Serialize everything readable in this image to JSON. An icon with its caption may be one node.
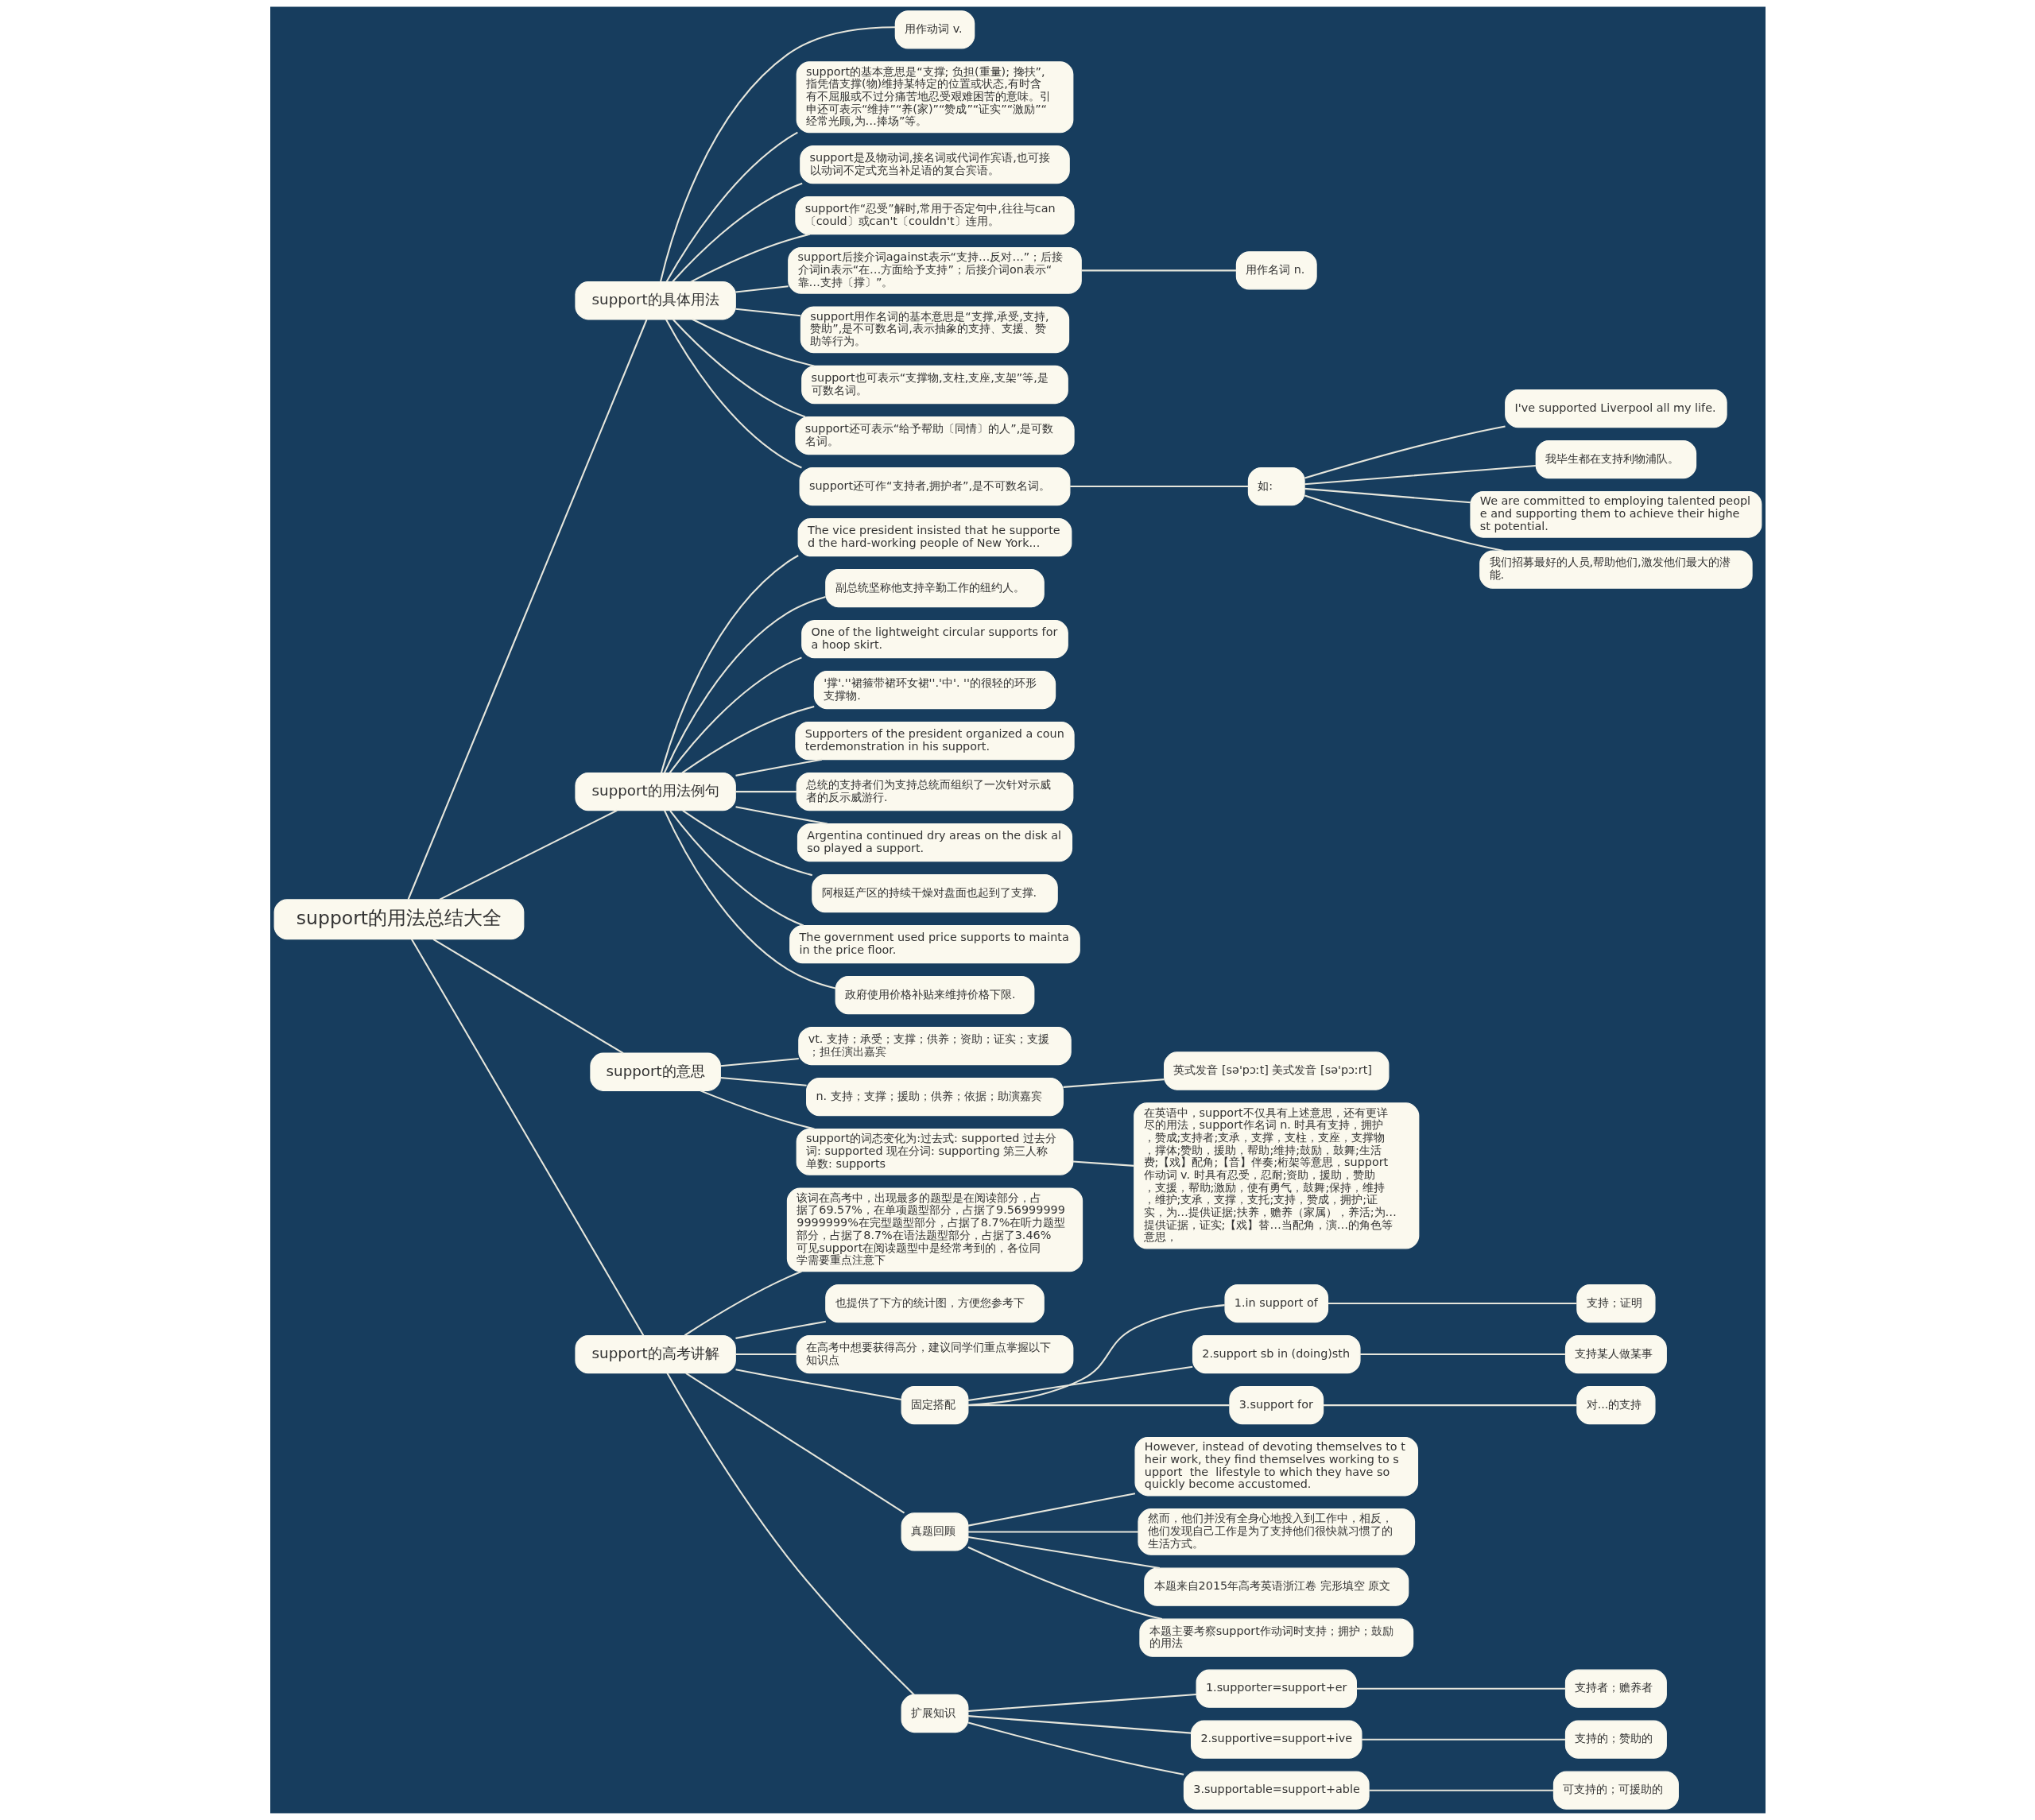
{
  "diagram": {
    "nodes": [
      {
        "text": [
          "support的用法总结大全"
        ]
      },
      {
        "text": [
          "support的具体用法"
        ]
      },
      {
        "text": [
          "用作动词 v."
        ]
      },
      {
        "text": [
          "support的基本意思是“支撑; 负担(重量); 搀扶”,指凭借支撑(物)维持某特定的位置或状态,有时含有不屈服或不过分痛苦地忍受艰难困苦的意味。引申还可表示“维持”“养(家)”“赞成”“证实”“激励”“经常光顾,为…捧场”等。"
        ]
      },
      {
        "text": [
          "support是及物动词,接名词或代词作宾语,也可接以动词不定式充当补足语的复合宾语。"
        ]
      },
      {
        "text": [
          "support作“忍受”解时,常用于否定句中,往往与can〔could〕或can't〔couldn't〕连用。"
        ]
      },
      {
        "text": [
          "support后接介词against表示“支持…反对…”；后接介词in表示“在…方面给予支持”；后接介词on表示“靠…支持〔撑〕”。"
        ]
      },
      {
        "text": [
          "用作名词 n."
        ]
      },
      {
        "text": [
          "support用作名词的基本意思是“支撑,承受,支持,赞助”,是不可数名词,表示抽象的支持、支援、赞助等行为。"
        ]
      },
      {
        "text": [
          "support也可表示“支撑物,支柱,支座,支架”等,是可数名词。"
        ]
      },
      {
        "text": [
          "support还可表示“给予帮助〔同情〕的人”,是可数名词。"
        ]
      },
      {
        "text": [
          "support还可作“支持者,拥护者”,是不可数名词。"
        ]
      },
      {
        "text": [
          "如:"
        ]
      },
      {
        "text": [
          "I've supported Liverpool all my life."
        ]
      },
      {
        "text": [
          "我毕生都在支持利物浦队。"
        ]
      },
      {
        "text": [
          "We are committed to employing talented people and supporting them to achieve their highest potential."
        ]
      },
      {
        "text": [
          "我们招募最好的人员,帮助他们,激发他们最大的潜能."
        ]
      },
      {
        "text": [
          "support的用法例句"
        ]
      },
      {
        "text": [
          "The vice president insisted that he supported the hard-working people of New York..."
        ]
      },
      {
        "text": [
          "副总统坚称他支持辛勤工作的纽约人。"
        ]
      },
      {
        "text": [
          "One of the lightweight circular supports for a hoop skirt."
        ]
      },
      {
        "text": [
          "'撑'.''裙箍带裙环女裙''.'中'. ''的很轻的环形支撑物."
        ]
      },
      {
        "text": [
          "Supporters of the president organized a counterdemonstration in his support."
        ]
      },
      {
        "text": [
          "总统的支持者们为支持总统而组织了一次针对示威者的反示威游行."
        ]
      },
      {
        "text": [
          "Argentina continued dry areas on the disk also played a support."
        ]
      },
      {
        "text": [
          "阿根廷产区的持续干燥对盘面也起到了支撑."
        ]
      },
      {
        "text": [
          "The government used price supports to maintain the price floor."
        ]
      },
      {
        "text": [
          "政府使用价格补贴来维持价格下限."
        ]
      },
      {
        "text": [
          "support的意思"
        ]
      },
      {
        "text": [
          "vt. 支持；承受；支撑；供养；资助；证实；支援；担任演出嘉宾"
        ]
      },
      {
        "text": [
          "n. 支持；支撑；援助；供养；依据；助演嘉宾"
        ]
      },
      {
        "text": [
          "英式发音 [sə'pɔːt] 美式发音 [sə'pɔːrt]"
        ]
      },
      {
        "text": [
          "support的词态变化为:过去式: supported 过去分词: supported 现在分词: supporting 第三人称单数: supports"
        ]
      },
      {
        "text": [
          "在英语中，support不仅具有上述意思，还有更详尽的用法，support作名词 n. 时具有支持，拥护，赞成;支持者;支承，支撑，支柱，支座，支撑物，撑体;赞助，援助，帮助;维持;鼓励，鼓舞;生活费;【戏】配角;【音】伴奏;桁架等意思，support作动词 v. 时具有忍受，忍耐;资助，援助，赞助，支援，帮助;激励，使有勇气，鼓舞;保持，维持，维护;支承，支撑，支托;支持，赞成，拥护;证实，为…提供证据;扶养，赡养（家属），养活;为…提供证据，证实;【戏】替…当配角，演…的角色等意思，"
        ]
      },
      {
        "text": [
          "support的高考讲解"
        ]
      },
      {
        "text": [
          "该词在高考中，出现最多的题型是在阅读部分，占据了69.57%，在单项题型部分，占据了9.569999999999999%在完型题型部分，占据了8.7%在听力题型部分，占据了8.7%在语法题型部分，占据了3.46%可见support在阅读题型中是经常考到的，各位同学需要重点注意下"
        ]
      },
      {
        "text": [
          "也提供了下方的统计图，方便您参考下"
        ]
      },
      {
        "text": [
          "在高考中想要获得高分，建议同学们重点掌握以下知识点"
        ]
      },
      {
        "text": [
          "固定搭配"
        ]
      },
      {
        "text": [
          "1.in support of"
        ]
      },
      {
        "text": [
          "支持；证明"
        ]
      },
      {
        "text": [
          "2.support sb in (doing)sth"
        ]
      },
      {
        "text": [
          "支持某人做某事"
        ]
      },
      {
        "text": [
          "3.support for"
        ]
      },
      {
        "text": [
          "对...的支持"
        ]
      },
      {
        "text": [
          "真题回顾"
        ]
      },
      {
        "text": [
          "However, instead of devoting themselves to their work, they find themselves working to support  the  lifestyle to which they have so quickly become accustomed."
        ]
      },
      {
        "text": [
          "然而，他们并没有全身心地投入到工作中，相反，他们发现自己工作是为了支持他们很快就习惯了的生活方式。"
        ]
      },
      {
        "text": [
          "本题来自2015年高考英语浙江卷 完形填空 原文"
        ]
      },
      {
        "text": [
          "本题主要考察support作动词时支持；拥护；鼓励的用法"
        ]
      },
      {
        "text": [
          "扩展知识"
        ]
      },
      {
        "text": [
          "1.supporter=support+er"
        ]
      },
      {
        "text": [
          "支持者；赡养者"
        ]
      },
      {
        "text": [
          "2.supportive=support+ive"
        ]
      },
      {
        "text": [
          "支持的；赞助的"
        ]
      },
      {
        "text": [
          "3.supportable=support+able"
        ]
      },
      {
        "text": [
          "可支持的；可援助的"
        ]
      }
    ],
    "edges": [
      {
        "from": 0,
        "to": 1,
        "arrow": "none"
      },
      {
        "from": 1,
        "to": 2,
        "arrow": "none"
      },
      {
        "from": 1,
        "to": 3,
        "arrow": "none"
      },
      {
        "from": 1,
        "to": 4,
        "arrow": "none"
      },
      {
        "from": 1,
        "to": 5,
        "arrow": "none"
      },
      {
        "from": 1,
        "to": 6,
        "arrow": "none"
      },
      {
        "from": 6,
        "to": 7,
        "arrow": "none"
      },
      {
        "from": 1,
        "to": 8,
        "arrow": "none"
      },
      {
        "from": 1,
        "to": 9,
        "arrow": "none"
      },
      {
        "from": 1,
        "to": 10,
        "arrow": "none"
      },
      {
        "from": 1,
        "to": 11,
        "arrow": "none"
      },
      {
        "from": 11,
        "to": 12,
        "arrow": "none"
      },
      {
        "from": 12,
        "to": 13,
        "arrow": "none"
      },
      {
        "from": 12,
        "to": 14,
        "arrow": "none"
      },
      {
        "from": 12,
        "to": 15,
        "arrow": "none"
      },
      {
        "from": 12,
        "to": 16,
        "arrow": "none"
      },
      {
        "from": 0,
        "to": 17,
        "arrow": "none"
      },
      {
        "from": 17,
        "to": 18,
        "arrow": "none"
      },
      {
        "from": 17,
        "to": 19,
        "arrow": "none"
      },
      {
        "from": 17,
        "to": 20,
        "arrow": "none"
      },
      {
        "from": 17,
        "to": 21,
        "arrow": "none"
      },
      {
        "from": 17,
        "to": 22,
        "arrow": "none"
      },
      {
        "from": 17,
        "to": 23,
        "arrow": "none"
      },
      {
        "from": 17,
        "to": 24,
        "arrow": "none"
      },
      {
        "from": 17,
        "to": 25,
        "arrow": "none"
      },
      {
        "from": 17,
        "to": 26,
        "arrow": "none"
      },
      {
        "from": 17,
        "to": 27,
        "arrow": "none"
      },
      {
        "from": 0,
        "to": 28,
        "arrow": "none"
      },
      {
        "from": 28,
        "to": 29,
        "arrow": "none"
      },
      {
        "from": 28,
        "to": 30,
        "arrow": "none"
      },
      {
        "from": 30,
        "to": 31,
        "arrow": "none"
      },
      {
        "from": 28,
        "to": 32,
        "arrow": "none"
      },
      {
        "from": 32,
        "to": 33,
        "arrow": "none"
      },
      {
        "from": 0,
        "to": 34,
        "arrow": "none"
      },
      {
        "from": 34,
        "to": 35,
        "arrow": "none"
      },
      {
        "from": 34,
        "to": 36,
        "arrow": "none"
      },
      {
        "from": 34,
        "to": 37,
        "arrow": "none"
      },
      {
        "from": 34,
        "to": 38,
        "arrow": "none"
      },
      {
        "from": 38,
        "to": 39,
        "arrow": "none"
      },
      {
        "from": 39,
        "to": 40,
        "arrow": "none"
      },
      {
        "from": 38,
        "to": 41,
        "arrow": "none"
      },
      {
        "from": 41,
        "to": 42,
        "arrow": "none"
      },
      {
        "from": 38,
        "to": 43,
        "arrow": "none"
      },
      {
        "from": 43,
        "to": 44,
        "arrow": "none"
      },
      {
        "from": 34,
        "to": 45,
        "arrow": "none"
      },
      {
        "from": 45,
        "to": 46,
        "arrow": "none"
      },
      {
        "from": 45,
        "to": 47,
        "arrow": "none"
      },
      {
        "from": 45,
        "to": 48,
        "arrow": "none"
      },
      {
        "from": 45,
        "to": 49,
        "arrow": "none"
      },
      {
        "from": 34,
        "to": 50,
        "arrow": "none"
      },
      {
        "from": 50,
        "to": 51,
        "arrow": "none"
      },
      {
        "from": 51,
        "to": 52,
        "arrow": "none"
      },
      {
        "from": 50,
        "to": 53,
        "arrow": "none"
      },
      {
        "from": 53,
        "to": 54,
        "arrow": "none"
      },
      {
        "from": 50,
        "to": 55,
        "arrow": "none"
      },
      {
        "from": 55,
        "to": 56,
        "arrow": "none"
      }
    ]
  }
}
